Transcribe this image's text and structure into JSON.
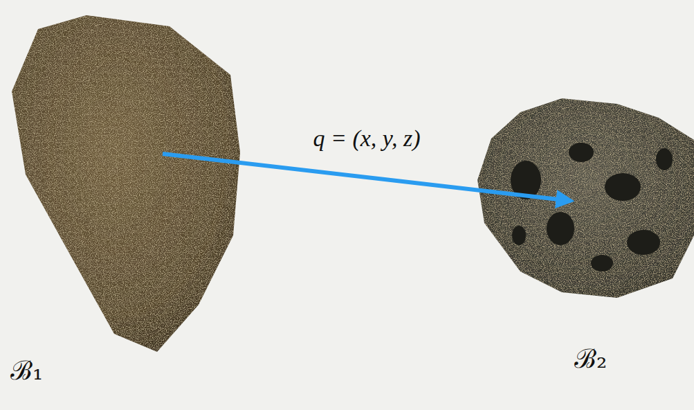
{
  "diagram": {
    "nodes": [
      {
        "text": [
          "ℬ₁"
        ]
      },
      {
        "text": [
          "ℬ₂"
        ]
      }
    ],
    "edges": [
      {
        "from": 0,
        "to": 1,
        "arrow": "to",
        "label": "q = (x, y, z)"
      }
    ]
  }
}
